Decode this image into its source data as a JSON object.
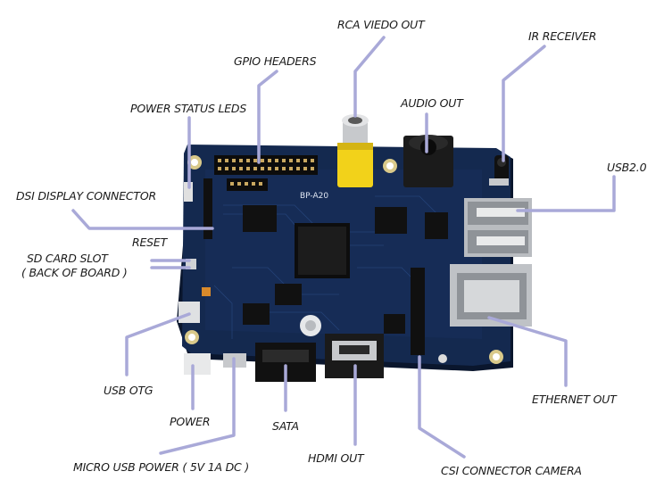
{
  "colors": {
    "leader": "#a9a9d8",
    "board": "#14294f",
    "board_edge": "#0d1c38",
    "rca_yellow": "#f2d21a",
    "metal": "#c7c9cc",
    "connector_black": "#1b1b1b"
  },
  "board_marking": "BP-A20",
  "labels": {
    "rca_video_out": "RCA VIEDO OUT",
    "ir_receiver": "IR RECEIVER",
    "gpio_headers": "GPIO HEADERS",
    "audio_out": "AUDIO OUT",
    "power_status_leds": "POWER STATUS LEDS",
    "usb2": "USB2.0",
    "dsi_display_connector": "DSI DISPLAY CONNECTOR",
    "reset": "RESET",
    "sd_card_slot": "SD CARD SLOT",
    "sd_card_slot_note": "( BACK OF BOARD )",
    "usb_otg": "USB OTG",
    "ethernet_out": "ETHERNET OUT",
    "power": "POWER",
    "sata": "SATA",
    "hdmi_out": "HDMI OUT",
    "micro_usb_power": "MICRO USB POWER ( 5V 1A DC )",
    "csi_connector_camera": "CSI CONNECTOR CAMERA"
  }
}
